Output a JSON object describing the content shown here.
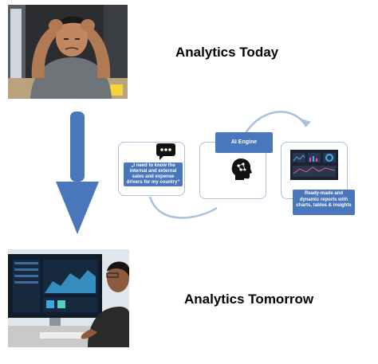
{
  "headings": {
    "today": "Analytics Today",
    "tomorrow": "Analytics Tomorrow"
  },
  "flow": {
    "query_text": "„I need to know the internal and external sales and expense drivers for my country“",
    "engine_label": "AI Engine",
    "reports_text": "Ready-made and dynamic reports with charts, tables & insights"
  },
  "icons": {
    "chat": "chat-bubble-icon",
    "brain": "ai-head-icon",
    "dashboard": "dashboard-thumbnail"
  },
  "colors": {
    "arrow_blue": "#4a76bc",
    "label_blue": "#4a76bc",
    "box_border": "#a9c0de",
    "curve": "#a9c0de"
  }
}
